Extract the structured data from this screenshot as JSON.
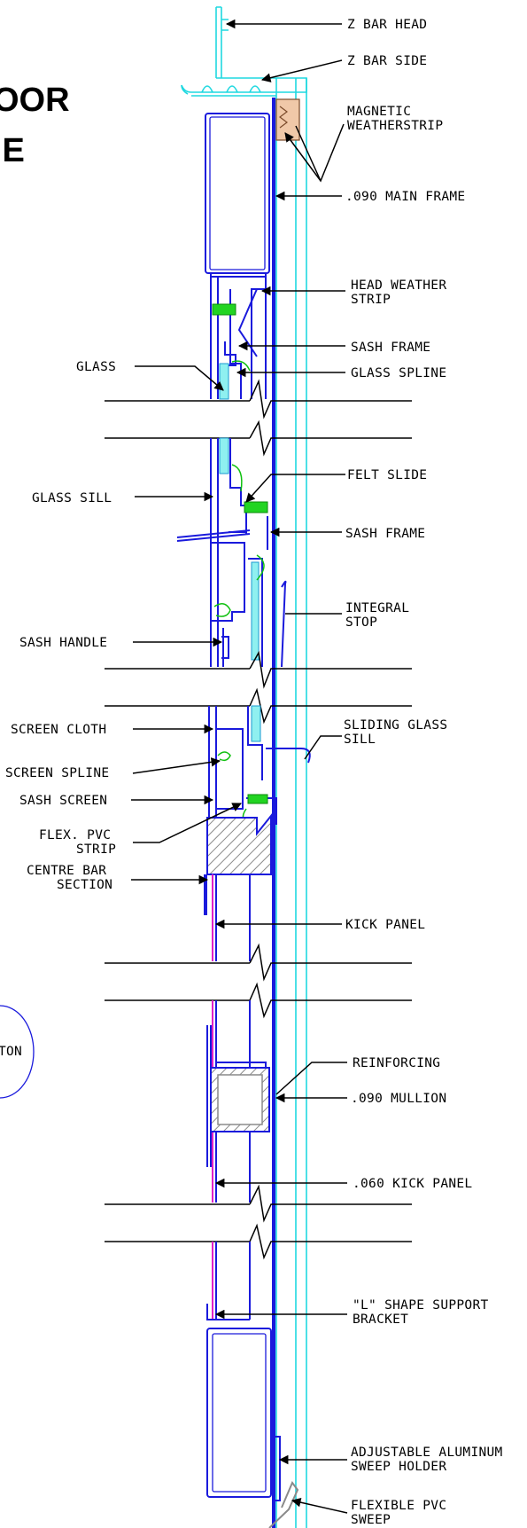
{
  "title": {
    "line1": "OOR",
    "line2": "IE"
  },
  "partial_label": "TON",
  "labels": {
    "z_bar_head": "Z BAR HEAD",
    "z_bar_side": "Z BAR SIDE",
    "magnetic_weatherstrip_1": "MAGNETIC",
    "magnetic_weatherstrip_2": "WEATHERSTRIP",
    "main_frame": ".090 MAIN FRAME",
    "head_weather_strip_1": "HEAD WEATHER",
    "head_weather_strip_2": "STRIP",
    "sash_frame_top": "SASH FRAME",
    "glass": "GLASS",
    "glass_spline": "GLASS SPLINE",
    "felt_slide": "FELT SLIDE",
    "glass_sill": "GLASS SILL",
    "sash_frame_mid": "SASH FRAME",
    "integral_stop_1": "INTEGRAL",
    "integral_stop_2": "STOP",
    "sash_handle": "SASH HANDLE",
    "screen_cloth": "SCREEN CLOTH",
    "sliding_glass_sill_1": "SLIDING GLASS",
    "sliding_glass_sill_2": "SILL",
    "screen_spline": "SCREEN SPLINE",
    "sash_screen": "SASH SCREEN",
    "flex_pvc_strip_1": "FLEX. PVC",
    "flex_pvc_strip_2": "STRIP",
    "centre_bar_1": "CENTRE BAR",
    "centre_bar_2": "SECTION",
    "kick_panel": "KICK PANEL",
    "reinforcing": "REINFORCING",
    "mullion": ".090 MULLION",
    "kick_panel_060": ".060 KICK PANEL",
    "l_bracket_1": "\"L\" SHAPE SUPPORT",
    "l_bracket_2": "BRACKET",
    "sweep_holder_1": "ADJUSTABLE ALUMINUM",
    "sweep_holder_2": "SWEEP HOLDER",
    "pvc_sweep_1": "FLEXIBLE PVC",
    "pvc_sweep_2": "SWEEP"
  },
  "colors": {
    "frame": "#1a1adc",
    "frame_outer": "#1fd8e0",
    "glass": "#8ff0f0",
    "felt": "#22d422",
    "kick_panel_line": "#e020c8",
    "leader": "#000000"
  }
}
